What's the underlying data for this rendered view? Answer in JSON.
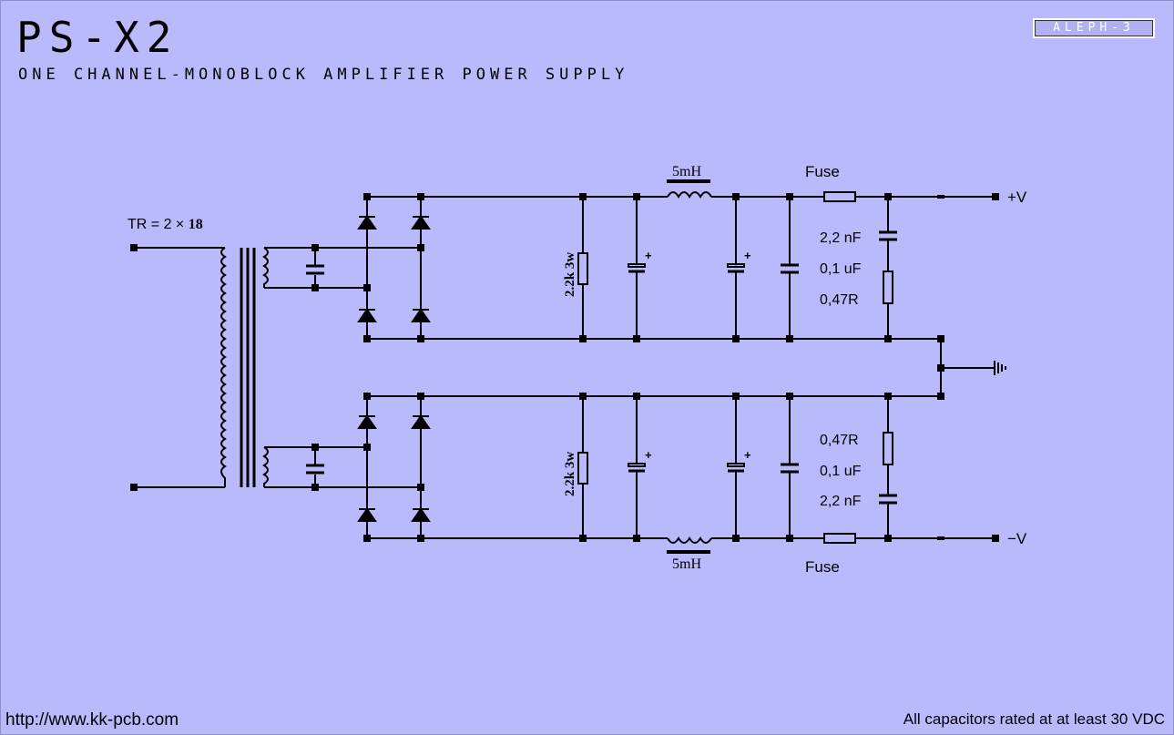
{
  "title": "PS-X2",
  "subtitle": "ONE CHANNEL-MONOBLOCK AMPLIFIER POWER SUPPLY",
  "badge": "ALEPH-3",
  "footer": {
    "url": "http://www.kk-pcb.com",
    "note": "All capacitors rated at at least 30 VDC"
  },
  "labels": {
    "transformer_prefix": "TR = 2 × ",
    "transformer_value": "18",
    "inductor_top": "5mH",
    "inductor_bottom": "5mH",
    "fuse_top": "Fuse",
    "fuse_bottom": "Fuse",
    "resistor_top": "2.2k 3w",
    "resistor_bottom": "2.2k 3w",
    "cap_small_top": "2,2 nF",
    "cap_film_top": "0,1 uF",
    "snubber_r_top": "0,47R",
    "snubber_r_bottom": "0,47R",
    "cap_film_bottom": "0,1 uF",
    "cap_small_bottom": "2,2 nF",
    "plus_rail": "+V",
    "minus_rail": "−V",
    "cap_plus_sign": "+"
  }
}
